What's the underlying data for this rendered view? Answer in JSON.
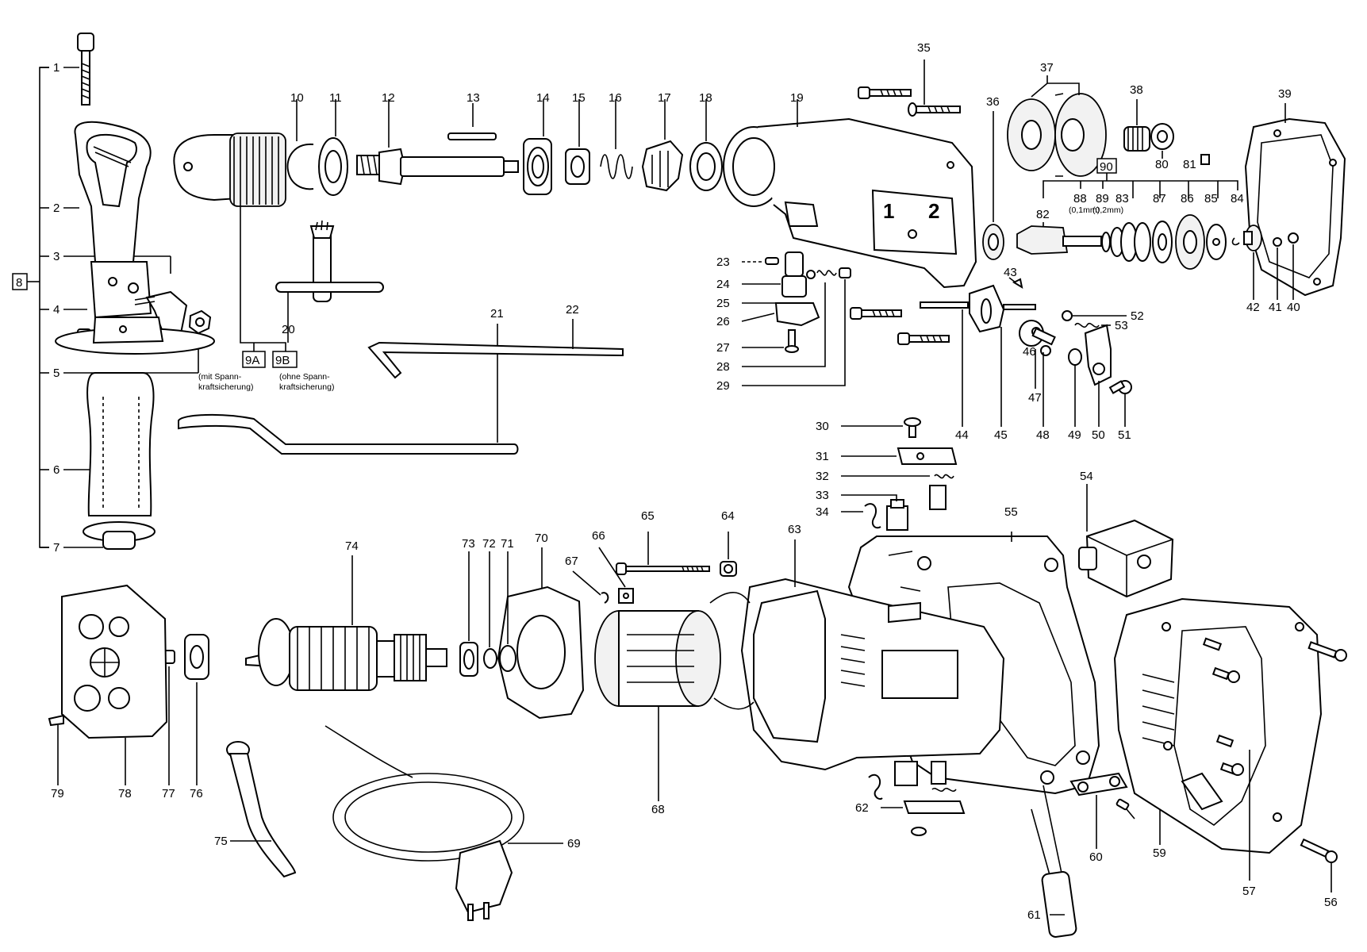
{
  "labels": {
    "l1": "1",
    "l2": "2",
    "l3": "3",
    "l4": "4",
    "l5": "5",
    "l6": "6",
    "l7": "7",
    "l8": "8",
    "l10": "10",
    "l11": "11",
    "l12": "12",
    "l13": "13",
    "l14": "14",
    "l15": "15",
    "l16": "16",
    "l17": "17",
    "l18": "18",
    "l19": "19",
    "l20": "20",
    "l21": "21",
    "l22": "22",
    "l23": "23",
    "l24": "24",
    "l25": "25",
    "l26": "26",
    "l27": "27",
    "l28": "28",
    "l29": "29",
    "l30": "30",
    "l31": "31",
    "l32": "32",
    "l33": "33",
    "l34": "34",
    "l35": "35",
    "l36": "36",
    "l37": "37",
    "l38": "38",
    "l39": "39",
    "l40": "40",
    "l41": "41",
    "l42": "42",
    "l43": "43",
    "l44": "44",
    "l45": "45",
    "l46": "46",
    "l47": "47",
    "l48": "48",
    "l49": "49",
    "l50": "50",
    "l51": "51",
    "l52": "52",
    "l53": "53",
    "l54": "54",
    "l55": "55",
    "l56": "56",
    "l57": "57",
    "l59": "59",
    "l60": "60",
    "l61": "61",
    "l62": "62",
    "l63": "63",
    "l64": "64",
    "l65": "65",
    "l66": "66",
    "l67": "67",
    "l68": "68",
    "l69": "69",
    "l70": "70",
    "l71": "71",
    "l72": "72",
    "l73": "73",
    "l74": "74",
    "l75": "75",
    "l76": "76",
    "l77": "77",
    "l78": "78",
    "l79": "79",
    "l80": "80",
    "l81": "81",
    "l82": "82",
    "l83": "83",
    "l84": "84",
    "l85": "85",
    "l86": "86",
    "l87": "87",
    "l88": "88",
    "l89": "89",
    "l90": "90",
    "l9A": "9A",
    "l9B": "9B"
  },
  "notes": {
    "note_88": "(0,1mm)",
    "note_89": "(0,2mm)",
    "note_9A_line1": "(mit Spann-",
    "note_9A_line2": "kraftsicherung)",
    "note_9B_line1": "(ohne Spann-",
    "note_9B_line2": "kraftsicherung)"
  },
  "drill_housing_marks": {
    "gear_1": "1",
    "gear_2": "2"
  }
}
